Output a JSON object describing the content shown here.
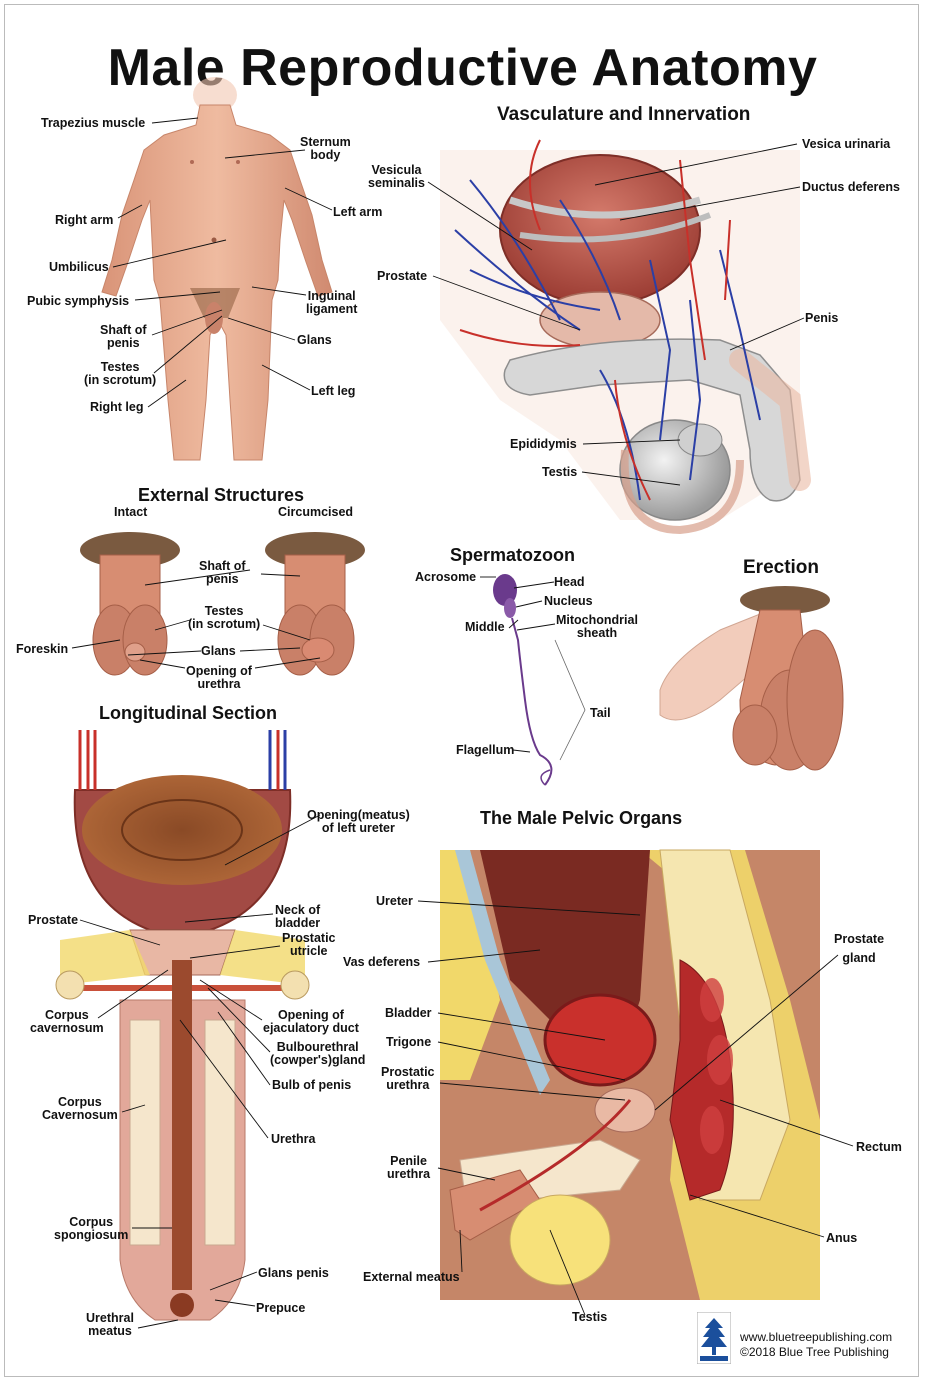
{
  "title": "Male Reproductive Anatomy",
  "sections": {
    "vasculature": "Vasculature and Innervation",
    "external": "External Structures",
    "spermatozoon": "Spermatozoon",
    "erection": "Erection",
    "longitudinal": "Longitudinal Section",
    "pelvic": "The Male Pelvic Organs"
  },
  "body_labels": {
    "trapezius": "Trapezius muscle",
    "sternum": "Sternum\nbody",
    "right_arm": "Right arm",
    "left_arm": "Left arm",
    "umbilicus": "Umbilicus",
    "pubic": "Pubic symphysis",
    "inguinal": "Inguinal\nligament",
    "shaft": "Shaft of\npenis",
    "glans": "Glans",
    "testes": "Testes\n(in scrotum)",
    "left_leg": "Left leg",
    "right_leg": "Right leg"
  },
  "vasc_labels": {
    "vesicula": "Vesicula\nseminalis",
    "vesica": "Vesica urinaria",
    "ductus": "Ductus deferens",
    "prostate": "Prostate",
    "penis": "Penis",
    "epididymis": "Epididymis",
    "testis": "Testis"
  },
  "external_labels": {
    "intact": "Intact",
    "circumcised": "Circumcised",
    "shaft": "Shaft of\npenis",
    "testes": "Testes\n(in scrotum)",
    "foreskin": "Foreskin",
    "glans": "Glans",
    "opening": "Opening of\nurethra"
  },
  "sperm_labels": {
    "acrosome": "Acrosome",
    "head": "Head",
    "nucleus": "Nucleus",
    "middle": "Middle",
    "mito": "Mitochondrial\nsheath",
    "tail": "Tail",
    "flagellum": "Flagellum"
  },
  "long_labels": {
    "meatus_ureter": "Opening(meatus)\nof left ureter",
    "neck": "Neck of\nbladder",
    "prostate": "Prostate",
    "utricle": "Prostatic\nutricle",
    "corpus_cav1": "Corpus\ncavernosum",
    "ejac": "Opening of\nejaculatory duct",
    "bulbo": "Bulbourethral\n(cowper's)gland",
    "bulb": "Bulb of penis",
    "corpus_cav2": "Corpus\nCavernosum",
    "urethra": "Urethra",
    "spong": "Corpus\nspongiosum",
    "glans_penis": "Glans penis",
    "prepuce": "Prepuce",
    "urethral_meatus": "Urethral\nmeatus"
  },
  "pelvic_labels": {
    "ureter": "Ureter",
    "vas": "Vas deferens",
    "bladder": "Bladder",
    "trigone": "Trigone",
    "prostatic_urethra": "Prostatic\nurethra",
    "penile_urethra": "Penile\nurethra",
    "external_meatus": "External meatus",
    "testis": "Testis",
    "prostate_gland": "Prostate\ngland",
    "rectum": "Rectum",
    "anus": "Anus"
  },
  "publisher": {
    "url": "www.bluetreepublishing.com",
    "copyright": "©2018 Blue Tree Publishing"
  },
  "colors": {
    "skin": "#e6a98d",
    "skin_dark": "#c9826a",
    "bladder": "#b8524a",
    "artery": "#c8302a",
    "vein": "#2b3fa6",
    "bone": "#f1d86a",
    "sperm": "#6a3a8c"
  }
}
